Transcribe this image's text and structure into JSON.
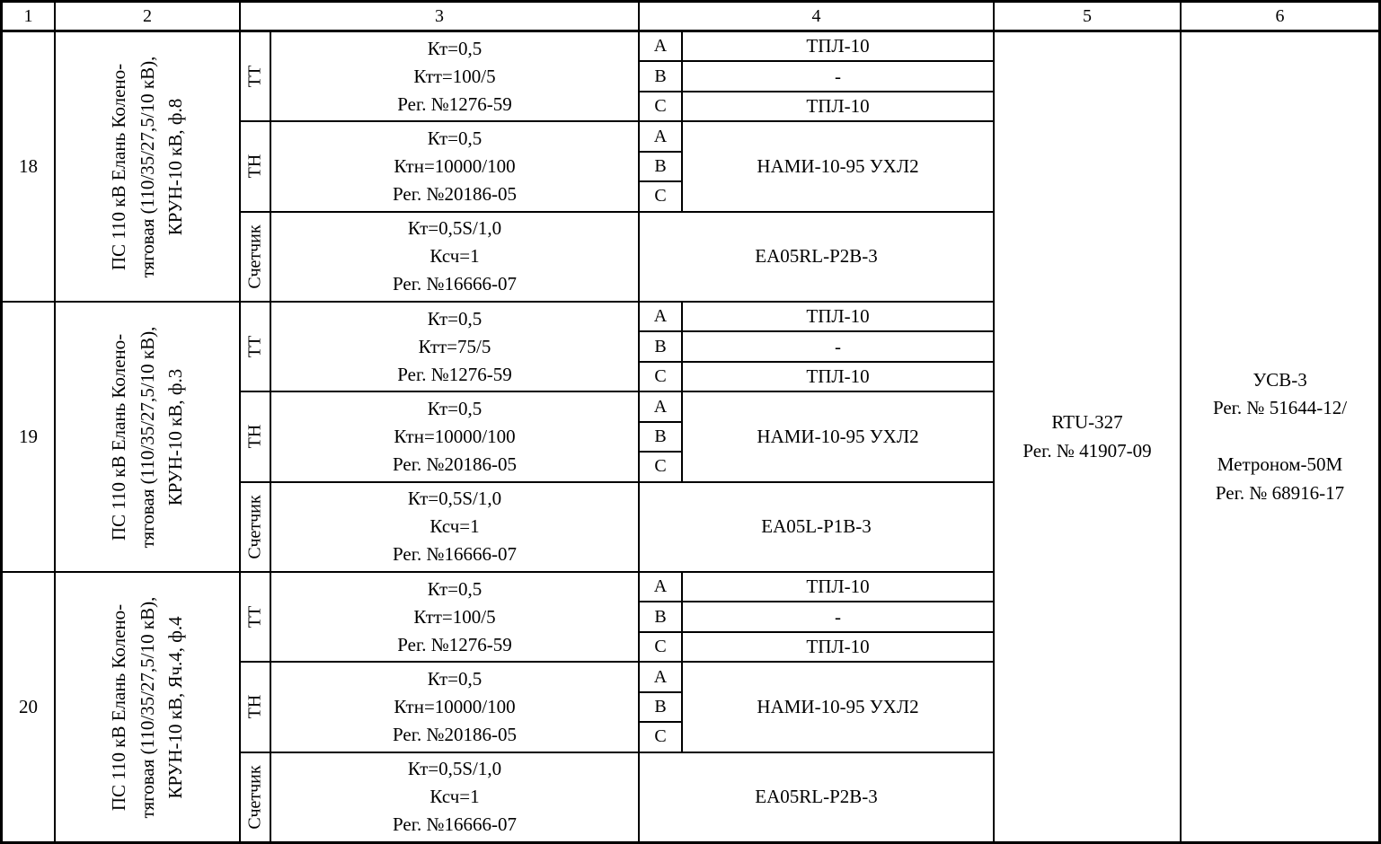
{
  "header": {
    "cols": [
      "1",
      "2",
      "3",
      "4",
      "5",
      "6"
    ]
  },
  "rows": [
    {
      "num": "18",
      "object_lines": [
        "ПС 110 кВ Елань Колено-",
        "тяговая (110/35/27,5/10 кВ),",
        "КРУН-10 кВ, ф.8"
      ],
      "tt": {
        "label": "ТТ",
        "specs": [
          "Кт=0,5",
          "Ктт=100/5",
          "Рег. №1276-59"
        ],
        "phases": [
          {
            "phase": "A",
            "type": "ТПЛ-10"
          },
          {
            "phase": "B",
            "type": "-"
          },
          {
            "phase": "C",
            "type": "ТПЛ-10"
          }
        ]
      },
      "tn": {
        "label": "ТН",
        "specs": [
          "Кт=0,5",
          "Ктн=10000/100",
          "Рег. №20186-05"
        ],
        "phases": [
          "A",
          "B",
          "C"
        ],
        "type": "НАМИ-10-95 УХЛ2"
      },
      "meter": {
        "label": "Счетчик",
        "specs": [
          "Кт=0,5S/1,0",
          "Ксч=1",
          "Рег. №16666-07"
        ],
        "type": "EA05RL-P2B-3"
      }
    },
    {
      "num": "19",
      "object_lines": [
        "ПС 110 кВ Елань Колено-",
        "тяговая (110/35/27,5/10 кВ),",
        "КРУН-10 кВ, ф.3"
      ],
      "tt": {
        "label": "ТТ",
        "specs": [
          "Кт=0,5",
          "Ктт=75/5",
          "Рег. №1276-59"
        ],
        "phases": [
          {
            "phase": "A",
            "type": "ТПЛ-10"
          },
          {
            "phase": "B",
            "type": "-"
          },
          {
            "phase": "C",
            "type": "ТПЛ-10"
          }
        ]
      },
      "tn": {
        "label": "ТН",
        "specs": [
          "Кт=0,5",
          "Ктн=10000/100",
          "Рег. №20186-05"
        ],
        "phases": [
          "A",
          "B",
          "C"
        ],
        "type": "НАМИ-10-95 УХЛ2"
      },
      "meter": {
        "label": "Счетчик",
        "specs": [
          "Кт=0,5S/1,0",
          "Ксч=1",
          "Рег. №16666-07"
        ],
        "type": "EA05L-P1B-3"
      }
    },
    {
      "num": "20",
      "object_lines": [
        "ПС 110 кВ Елань Колено-",
        "тяговая (110/35/27,5/10 кВ),",
        "КРУН-10 кВ, Яч.4, ф.4"
      ],
      "tt": {
        "label": "ТТ",
        "specs": [
          "Кт=0,5",
          "Ктт=100/5",
          "Рег. №1276-59"
        ],
        "phases": [
          {
            "phase": "A",
            "type": "ТПЛ-10"
          },
          {
            "phase": "B",
            "type": "-"
          },
          {
            "phase": "C",
            "type": "ТПЛ-10"
          }
        ]
      },
      "tn": {
        "label": "ТН",
        "specs": [
          "Кт=0,5",
          "Ктн=10000/100",
          "Рег. №20186-05"
        ],
        "phases": [
          "A",
          "B",
          "C"
        ],
        "type": "НАМИ-10-95 УХЛ2"
      },
      "meter": {
        "label": "Счетчик",
        "specs": [
          "Кт=0,5S/1,0",
          "Ксч=1",
          "Рег. №16666-07"
        ],
        "type": "EA05RL-P2B-3"
      }
    }
  ],
  "col5": {
    "lines": [
      "RTU-327",
      "Рег. № 41907-09"
    ]
  },
  "col6": {
    "lines": [
      "УСВ-3",
      "Рег. № 51644-12/",
      "",
      "Метроном-50М",
      "Рег. № 68916-17"
    ]
  },
  "colors": {
    "border": "#000000",
    "background": "#ffffff",
    "text": "#000000"
  }
}
